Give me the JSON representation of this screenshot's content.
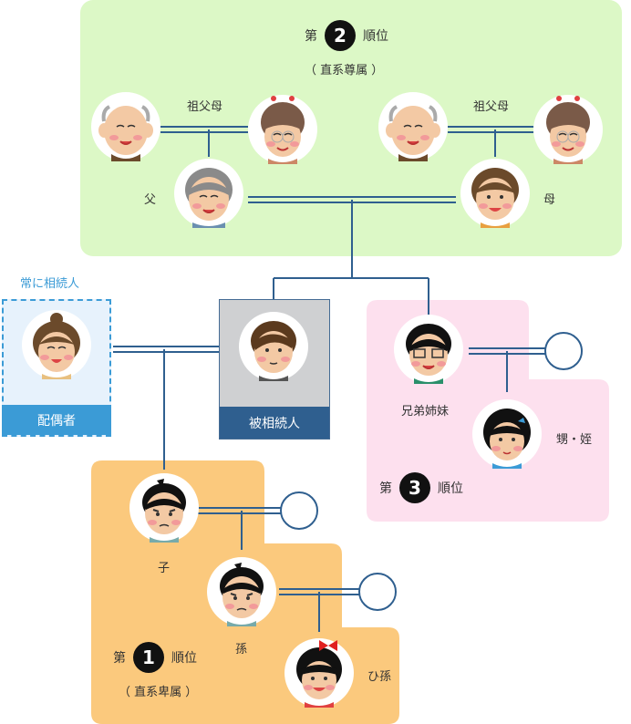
{
  "rank2": {
    "prefix": "第",
    "number": "2",
    "suffix": "順位",
    "note": "（ 直系尊属 ）"
  },
  "rank1": {
    "prefix": "第",
    "number": "1",
    "suffix": "順位",
    "note": "（ 直系卑属 ）"
  },
  "rank3": {
    "prefix": "第",
    "number": "3",
    "suffix": "順位"
  },
  "labels": {
    "grandparents_left": "祖父母",
    "grandparents_right": "祖父母",
    "father": "父",
    "mother": "母",
    "always_heir": "常に相続人",
    "spouse": "配偶者",
    "decedent": "被相続人",
    "siblings": "兄弟姉妹",
    "nephew_niece": "甥・姪",
    "child": "子",
    "grandchild": "孫",
    "great_grandchild": "ひ孫"
  },
  "colors": {
    "rank2_bg": "#dcf8c6",
    "rank1_bg": "#fbc97d",
    "rank3_bg": "#fde0ee",
    "spouse_bg": "#e7f2fc",
    "spouse_accent": "#3b9bd6",
    "decedent_bg": "#cfd0d2",
    "decedent_accent": "#2f5f8f",
    "line": "#2f5f8f"
  },
  "icons": {
    "grandfather": "old-man-face-icon",
    "grandmother": "old-woman-face-icon",
    "father": "father-face-icon",
    "mother": "mother-face-icon",
    "spouse": "woman-face-icon",
    "decedent": "man-face-icon",
    "sibling": "man-glasses-face-icon",
    "nephew_niece": "girl-face-icon",
    "child": "boy-face-icon",
    "grandchild": "boy-face-icon",
    "great_grandchild": "girl-bow-face-icon",
    "partner": "empty-circle-icon"
  }
}
